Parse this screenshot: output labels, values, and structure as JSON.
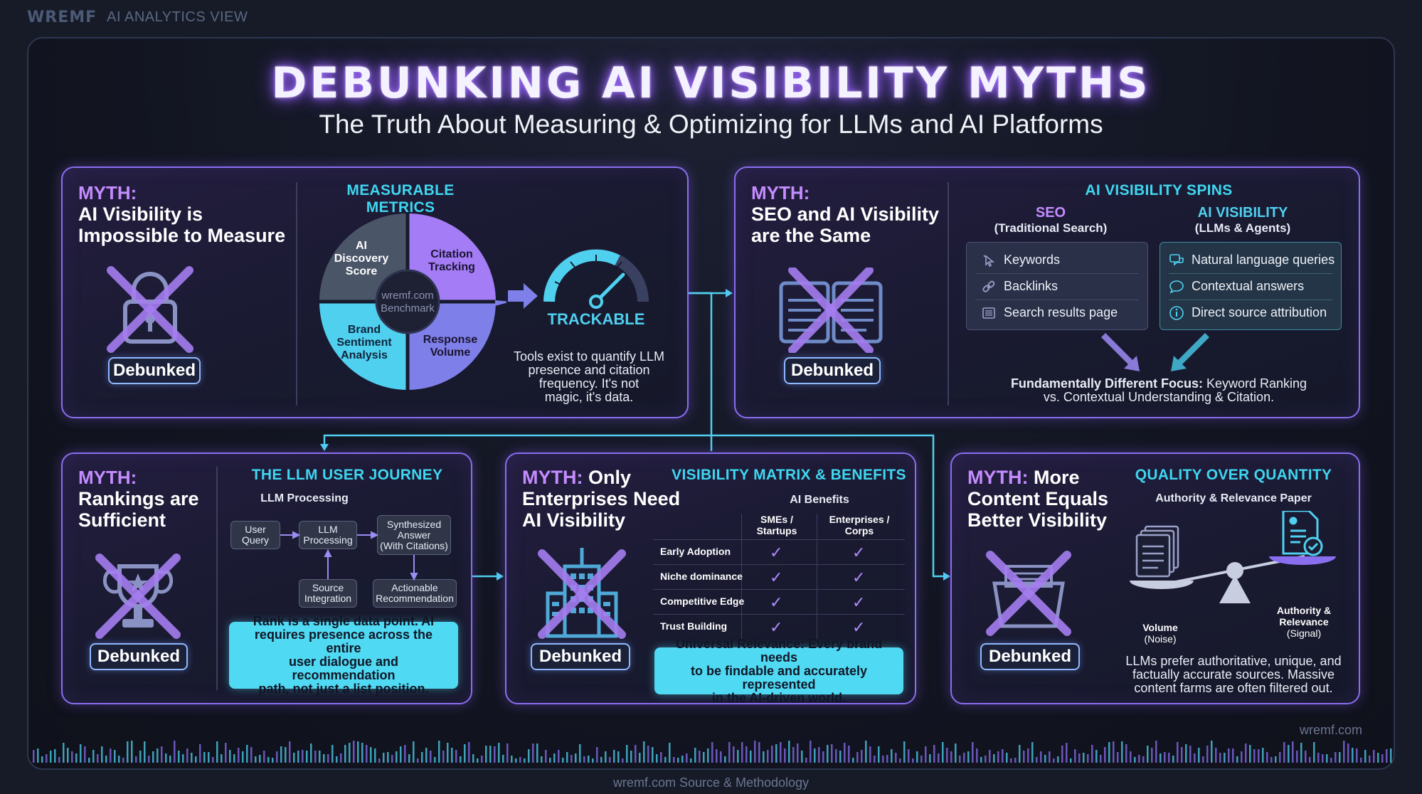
{
  "header": {
    "brand": "WREMF",
    "view_label": "AI ANALYTICS VIEW"
  },
  "title": "DEBUNKING AI VISIBILITY MYTHS",
  "subtitle": "The Truth About Measuring & Optimizing for LLMs and AI Platforms",
  "common": {
    "myth_label": "MYTH:",
    "debunked": "Debunked"
  },
  "card1": {
    "myth": [
      "AI Visibility is",
      "Impossible to Measure"
    ],
    "section_title": "MEASURABLE METRICS",
    "wheel": {
      "segments": [
        {
          "label": [
            "AI",
            "Discovery",
            "Score"
          ],
          "color": "#4a5568"
        },
        {
          "label": [
            "Citation",
            "Tracking"
          ],
          "color": "#a47cf5"
        },
        {
          "label": [
            "Response",
            "Volume"
          ],
          "color": "#7e7fe8"
        },
        {
          "label": [
            "Brand",
            "Sentiment",
            "Analysis"
          ],
          "color": "#4fd0ef"
        }
      ],
      "center": [
        "wremf.com",
        "Benchmark"
      ]
    },
    "gauge_label": "TRACKABLE",
    "description": [
      "Tools exist to quantify LLM",
      "presence and citation",
      "frequency. It's not",
      "magic, it's data."
    ]
  },
  "card2": {
    "myth": [
      "SEO and AI Visibility",
      "are the Same"
    ],
    "section_title": "AI VISIBILITY SPINS",
    "left": {
      "title": "SEO",
      "subtitle": "(Traditional Search)",
      "items": [
        "Keywords",
        "Backlinks",
        "Search results page"
      ]
    },
    "right": {
      "title": "AI VISIBILITY",
      "subtitle": "(LLMs & Agents)",
      "items": [
        "Natural language queries",
        "Contextual answers",
        "Direct source attribution"
      ]
    },
    "focus_bold": "Fundamentally Different Focus:",
    "focus_text_1": " Keyword Ranking",
    "focus_text_2": "vs. Contextual Understanding & Citation."
  },
  "card3": {
    "myth": [
      "Rankings are",
      "Sufficient"
    ],
    "section_title": "THE LLM USER JOURNEY",
    "flow_title": "LLM Processing",
    "flow": {
      "user_query": [
        "User",
        "Query"
      ],
      "llm_processing": [
        "LLM",
        "Processing"
      ],
      "synth_answer": [
        "Synthesized",
        "Answer",
        "(With Citations)"
      ],
      "source_integration": [
        "Source",
        "Integration"
      ],
      "actionable": [
        "Actionable",
        "Recommendation"
      ]
    },
    "note": [
      "Rank is a single data point. AI",
      "requires presence across the entire",
      "user dialogue and recommendation",
      "path, not just a list position."
    ]
  },
  "card4": {
    "myth_rest": " Only",
    "myth": [
      "Enterprises Need",
      "AI Visibility"
    ],
    "section_title": "VISIBILITY MATRIX & BENEFITS",
    "matrix_title": "AI Benefits",
    "col1": [
      "SMEs /",
      "Startups"
    ],
    "col2": [
      "Enterprises /",
      "Corps"
    ],
    "rows": [
      {
        "label": "Early Adoption",
        "sme": "✓",
        "ent": "✓"
      },
      {
        "label": "Niche dominance",
        "sme": "✓",
        "ent": "✓"
      },
      {
        "label": "Competitive Edge",
        "sme": "✓",
        "ent": "✓"
      },
      {
        "label": "Trust Building",
        "sme": "✓",
        "ent": "✓"
      }
    ],
    "note": [
      "Universal Relevance: Every brand needs",
      "to be findable and accurately represented",
      "in the AI-driven world."
    ]
  },
  "card5": {
    "myth_rest": " More",
    "myth": [
      "Content Equals",
      "Better Visibility"
    ],
    "section_title": "QUALITY OVER QUANTITY",
    "sub_title": "Authority & Relevance Paper",
    "volume": [
      "Volume",
      "(Noise)"
    ],
    "authority": [
      "Authority &",
      "Relevance",
      "(Signal)"
    ],
    "description": [
      "LLMs prefer authoritative, unique, and",
      "factually accurate sources. Massive",
      "content farms are often filtered out."
    ]
  },
  "footer": {
    "brand": "wremf.com",
    "source": "wremf.com Source & Methodology"
  },
  "colors": {
    "accent_purple": "#8a6ef0",
    "accent_cyan": "#3fd6f0",
    "myth_purple": "#c48cff"
  }
}
